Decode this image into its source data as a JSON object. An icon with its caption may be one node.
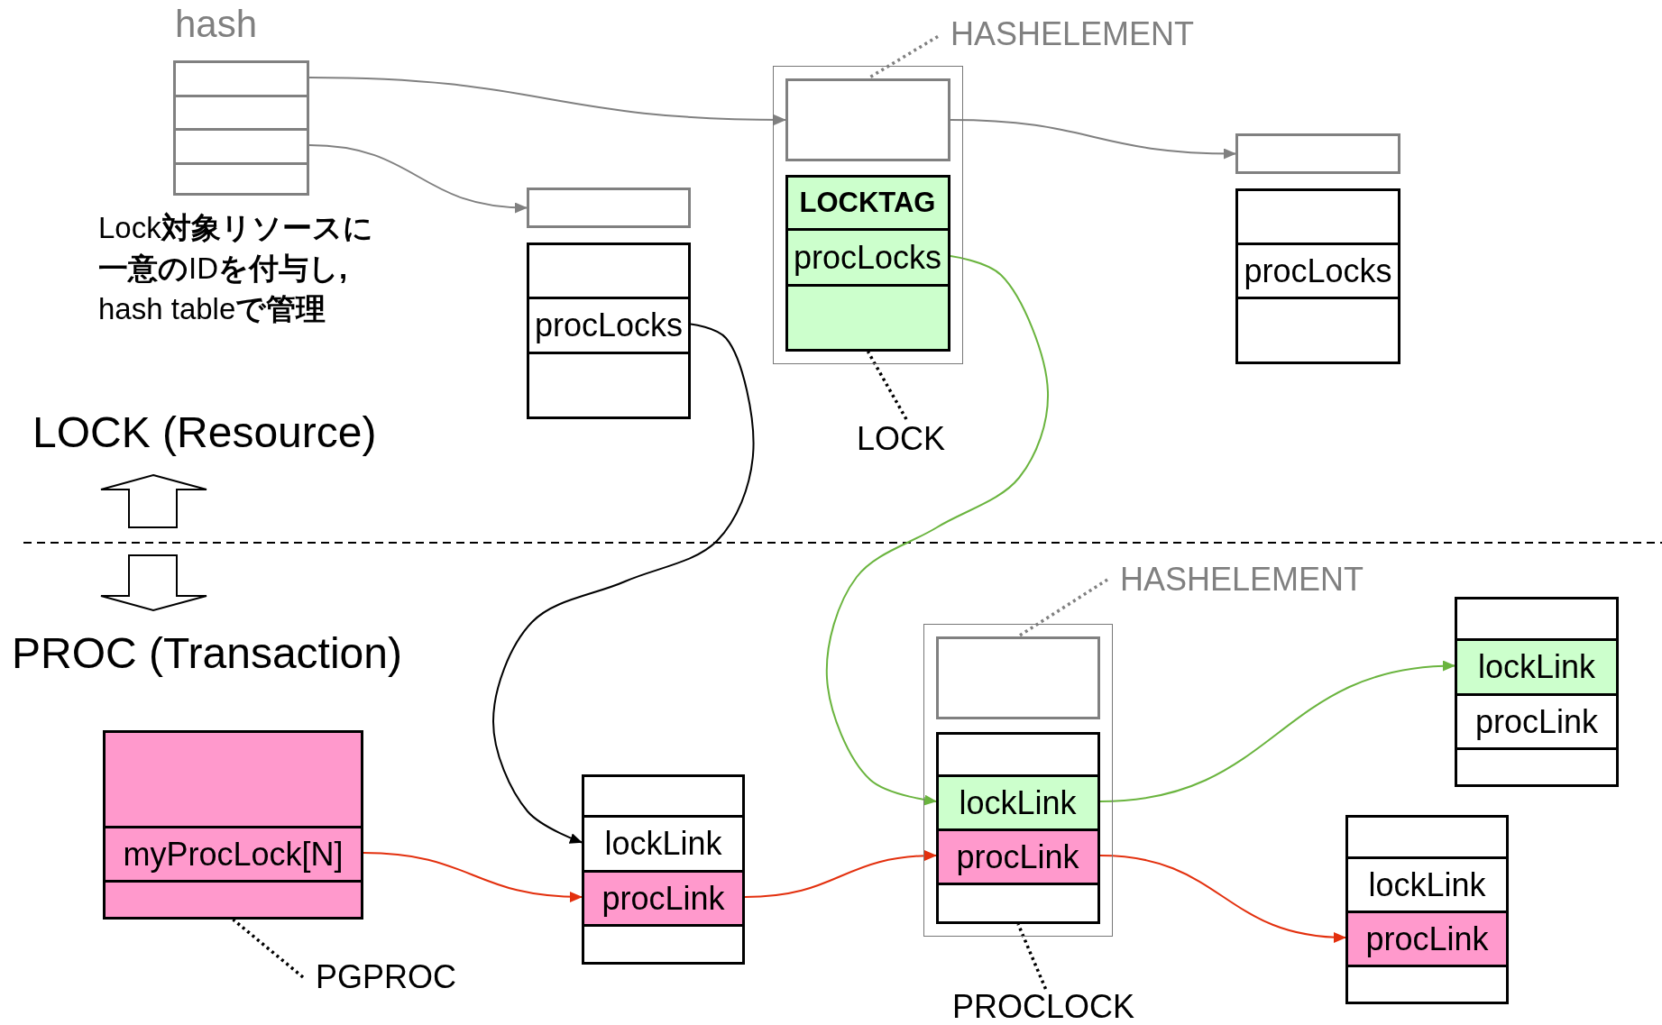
{
  "diagram": {
    "nodes": [
      {
        "text": [
          "hash"
        ]
      },
      {
        "text": [],
        "shape": "box",
        "in": 0
      },
      {
        "text": [],
        "shape": "box",
        "in": 0
      },
      {
        "text": [],
        "shape": "box",
        "in": 0
      },
      {
        "text": [],
        "shape": "box",
        "in": 0
      },
      {
        "text": [],
        "shape": "box"
      },
      {
        "text": [],
        "shape": "box",
        "in": 5
      },
      {
        "text": [],
        "shape": "box",
        "in": 5
      },
      {
        "text": [
          "LOCKTAG"
        ],
        "in": 7
      },
      {
        "text": [
          "procLocks"
        ],
        "in": 7
      },
      {
        "text": [],
        "shape": "box",
        "in": 7
      },
      {
        "text": [],
        "shape": "box"
      },
      {
        "text": [],
        "shape": "box"
      },
      {
        "text": [],
        "shape": "box",
        "in": 12
      },
      {
        "text": [
          "procLocks"
        ],
        "in": 12
      },
      {
        "text": [],
        "shape": "box",
        "in": 12
      },
      {
        "text": [],
        "shape": "box"
      },
      {
        "text": [],
        "shape": "box"
      },
      {
        "text": [],
        "shape": "box",
        "in": 17
      },
      {
        "text": [
          "procLocks"
        ],
        "in": 17
      },
      {
        "text": [],
        "shape": "box",
        "in": 17
      },
      {
        "text": [],
        "shape": "box"
      },
      {
        "text": [],
        "shape": "box",
        "in": 21
      },
      {
        "text": [
          "myProcLock[N]"
        ],
        "in": 21
      },
      {
        "text": [],
        "shape": "box",
        "in": 21
      },
      {
        "text": [],
        "shape": "box"
      },
      {
        "text": [],
        "shape": "box",
        "in": 25
      },
      {
        "text": [
          "lockLink"
        ],
        "in": 25
      },
      {
        "text": [
          "procLink"
        ],
        "in": 25
      },
      {
        "text": [],
        "shape": "box",
        "in": 25
      },
      {
        "text": [],
        "shape": "box"
      },
      {
        "text": [],
        "shape": "box",
        "in": 30
      },
      {
        "text": [],
        "shape": "box",
        "in": 30
      },
      {
        "text": [],
        "shape": "box",
        "in": 32
      },
      {
        "text": [
          "lockLink"
        ],
        "in": 32
      },
      {
        "text": [
          "procLink"
        ],
        "in": 32
      },
      {
        "text": [],
        "shape": "box",
        "in": 32
      },
      {
        "text": [],
        "shape": "box"
      },
      {
        "text": [],
        "shape": "box",
        "in": 37
      },
      {
        "text": [
          "lockLink"
        ],
        "in": 37
      },
      {
        "text": [
          "procLink"
        ],
        "in": 37
      },
      {
        "text": [],
        "shape": "box",
        "in": 37
      },
      {
        "text": [],
        "shape": "box"
      },
      {
        "text": [],
        "shape": "box",
        "in": 42
      },
      {
        "text": [
          "lockLink"
        ],
        "in": 42
      },
      {
        "text": [
          "procLink"
        ],
        "in": 42
      },
      {
        "text": [],
        "shape": "box",
        "in": 42
      },
      {
        "text": [
          "HASHELEMENT"
        ]
      },
      {
        "text": [
          "LOCK"
        ]
      },
      {
        "text": [
          "HASHELEMENT"
        ]
      },
      {
        "text": [
          "PROCLOCK"
        ]
      },
      {
        "text": [
          "PGPROC"
        ]
      }
    ],
    "edges": [
      {
        "from": 1,
        "to": 6,
        "arrow": "to",
        "color": "#808080"
      },
      {
        "from": 3,
        "to": 11,
        "arrow": "to",
        "color": "#808080"
      },
      {
        "from": 6,
        "to": 16,
        "arrow": "to",
        "color": "#808080"
      },
      {
        "from": 14,
        "to": 27,
        "arrow": "to",
        "color": "#000000"
      },
      {
        "from": 9,
        "to": 34,
        "arrow": "to",
        "color": "#6ab43e"
      },
      {
        "from": 34,
        "to": 39,
        "arrow": "to",
        "color": "#6ab43e"
      },
      {
        "from": 23,
        "to": 28,
        "arrow": "to",
        "color": "#e3300e"
      },
      {
        "from": 28,
        "to": 35,
        "arrow": "to",
        "color": "#e3300e"
      },
      {
        "from": 35,
        "to": 45,
        "arrow": "to",
        "color": "#e3300e"
      },
      {
        "from": 47,
        "to": 6,
        "arrow": "none",
        "style": "dashed",
        "color": "#808080"
      },
      {
        "from": 48,
        "to": 7,
        "arrow": "none",
        "style": "dashed",
        "color": "#000000"
      },
      {
        "from": 49,
        "to": 31,
        "arrow": "none",
        "style": "dashed",
        "color": "#808080"
      },
      {
        "from": 50,
        "to": 32,
        "arrow": "none",
        "style": "dashed",
        "color": "#000000"
      },
      {
        "from": 51,
        "to": 21,
        "arrow": "none",
        "style": "dashed",
        "color": "#000000"
      }
    ],
    "labels": [
      "Lock**対象リソースに一意の**ID**を付与し,** hash table**で管理**",
      "LOCK (Resource)",
      "PROC (Transaction)"
    ]
  }
}
